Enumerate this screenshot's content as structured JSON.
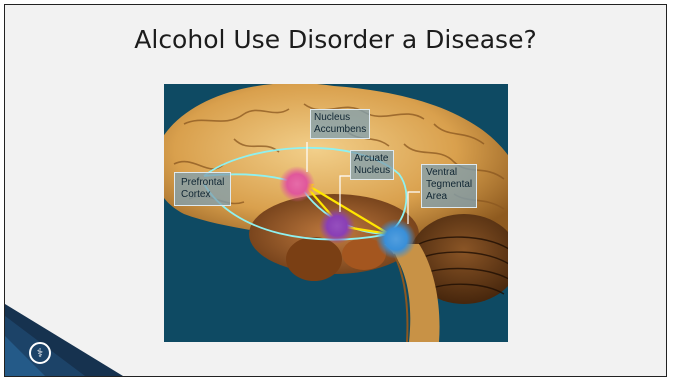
{
  "slide": {
    "title": "Alcohol Use Disorder a Disease?"
  },
  "figure": {
    "labels": {
      "nucleus_accumbens": [
        "Nucleus",
        "Accumbens"
      ],
      "arcuate_nucleus": [
        "Arcuate",
        "Nucleus"
      ],
      "prefrontal_cortex": [
        "Prefrontal",
        "Cortex"
      ],
      "ventral_tegmental_area": [
        "Ventral",
        "Tegmental",
        "Area"
      ]
    },
    "colors": {
      "background": "#0e4a63",
      "pathway_cyan": "#8ff1f0",
      "pathway_yellow": "#ffe600",
      "nucleus_accumbens": "#e0579b",
      "arcuate_nucleus": "#8a3fb5",
      "ventral_tegmental_area": "#3a8fd8"
    }
  },
  "footer": {
    "logo_icon": "caduceus-icon",
    "accent_color": "#16324f"
  }
}
